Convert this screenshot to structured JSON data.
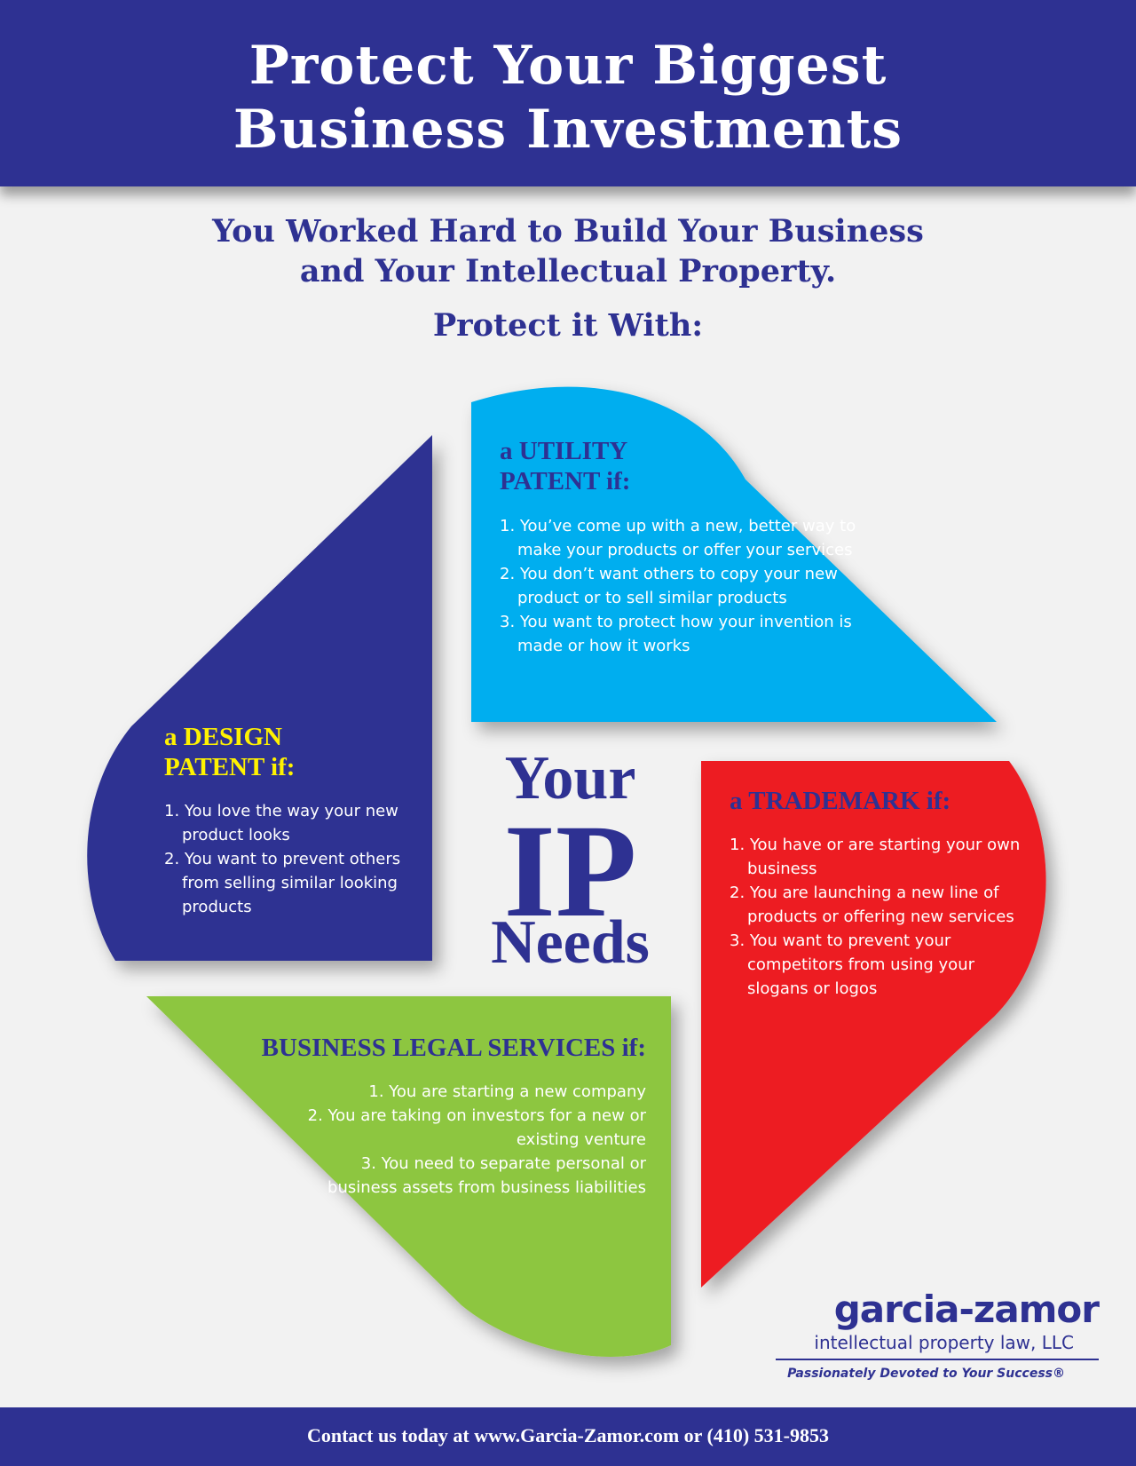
{
  "header": {
    "title_line1": "Protect Your Biggest",
    "title_line2": "Business Investments"
  },
  "intro": {
    "line1": "You Worked Hard to Build Your Business",
    "line2": "and Your Intellectual Property.",
    "protect_with": "Protect it With:"
  },
  "center": {
    "word1": "Your",
    "word2": "IP",
    "word3": "Needs"
  },
  "utility": {
    "title_line1": "a UTILITY",
    "title_line2": "PATENT if:",
    "items": [
      "1. You’ve come up with a new, better way to make your products or offer your services",
      "2. You don’t want others to copy your new product or to sell similar products",
      "3. You want to protect how your invention is made or how it works"
    ]
  },
  "design": {
    "title_line1": "a DESIGN",
    "title_line2": "PATENT if:",
    "items": [
      "1. You love the way your new product looks",
      "2. You want to prevent others from selling similar looking products"
    ]
  },
  "trademark": {
    "title": "a TRADEMARK if:",
    "items": [
      "1. You have or are starting your own business",
      "2. You are launching a new line of products or offering new services",
      "3. You want to prevent your competitors from using your slogans or logos"
    ]
  },
  "business": {
    "title": "BUSINESS LEGAL SERVICES if:",
    "items": [
      "1. You are starting a new company",
      "2. You are taking on investors for a new or existing venture",
      "3. You need to separate personal or business assets from business liabilities"
    ]
  },
  "logo": {
    "name": "garcia-zamor",
    "subtitle": "intellectual property law, LLC",
    "tagline": "Passionately Devoted to Your Success®"
  },
  "footer": {
    "contact": "Contact us today at www.Garcia-Zamor.com or (410) 531-9853"
  },
  "colors": {
    "navy": "#2e3192",
    "cyan": "#00aeef",
    "red": "#ed1c24",
    "green": "#8dc63f",
    "yellow": "#fff200",
    "background": "#f2f2f2"
  }
}
